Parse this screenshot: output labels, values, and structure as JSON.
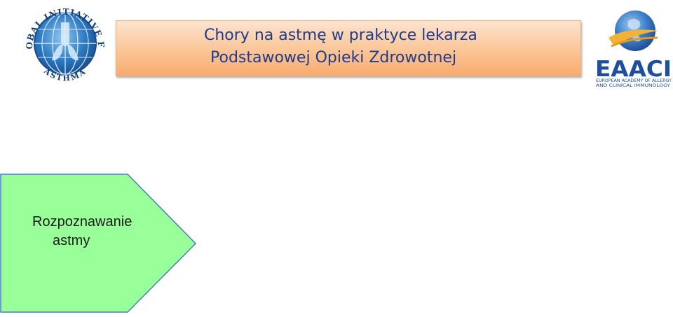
{
  "header": {
    "title_line_1": "Chory na astmę w praktyce lekarza",
    "title_line_2": "Podstawowej Opieki Zdrowotnej"
  },
  "logos": {
    "gina": {
      "icon": "globe-logo-icon",
      "ring_text_top": "GLOBAL INITIATIVE FOR",
      "ring_text_bottom": "ASTHMA"
    },
    "eaaci": {
      "icon": "globe-logo-icon",
      "wordmark": "EAACI",
      "subtitle_line_1": "EUROPEAN ACADEMY OF ALLERGY",
      "subtitle_line_2": "AND CLINICAL IMMUNOLOGY"
    }
  },
  "flow": {
    "step_1": {
      "label_line_1": "Rozpoznawanie",
      "label_line_2": "astmy"
    }
  },
  "colors": {
    "title_text": "#1f3b8a",
    "title_gradient_top": "#fde3cf",
    "title_gradient_bottom": "#f8ab70",
    "chevron_fill": "#99ff99",
    "chevron_border": "#4a7ec4",
    "gina_blue": "#1f5fa8",
    "eaaci_blue": "#1e4f9c",
    "eaaci_gold": "#f2b233"
  }
}
